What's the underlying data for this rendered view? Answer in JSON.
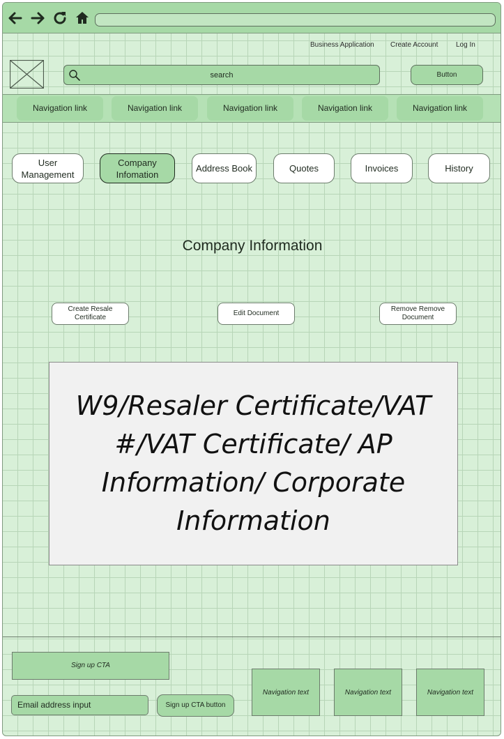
{
  "browser": {
    "back_icon": "arrow-left-icon",
    "forward_icon": "arrow-right-icon",
    "reload_icon": "reload-icon",
    "home_icon": "home-icon",
    "url": ""
  },
  "top_links": [
    "Business Application",
    "Create Account",
    "Log In"
  ],
  "logo": {
    "icon": "image-placeholder-icon"
  },
  "search": {
    "placeholder": "search",
    "icon": "search-icon"
  },
  "header_button": "Button",
  "nav_links": [
    "Navigation link",
    "Navigation link",
    "Navigation link",
    "Navigation link",
    "Navigation link"
  ],
  "tabs": [
    {
      "label": "User Management",
      "active": false
    },
    {
      "label": "Company Infomation",
      "active": true
    },
    {
      "label": "Address Book",
      "active": false
    },
    {
      "label": "Quotes",
      "active": false
    },
    {
      "label": "Invoices",
      "active": false
    },
    {
      "label": "History",
      "active": false
    }
  ],
  "page_title": "Company Information",
  "actions": [
    "Create Resale Certificate",
    "Edit Document",
    "Remove Remove Document"
  ],
  "document_placeholder": "W9/Resaler Certificate/VAT #/VAT Certificate/ AP Information/ Corporate Information",
  "footer": {
    "signup_cta": "Sign up CTA",
    "email_placeholder": "Email address input",
    "signup_button": "Sign up CTA button",
    "nav_texts": [
      "Navigation text",
      "Navigation text",
      "Navigation text"
    ]
  },
  "colors": {
    "background": "#d8f0d8",
    "grid": "#b7d5b7",
    "accent": "#a6d9a6",
    "border": "#6c7c6c"
  }
}
